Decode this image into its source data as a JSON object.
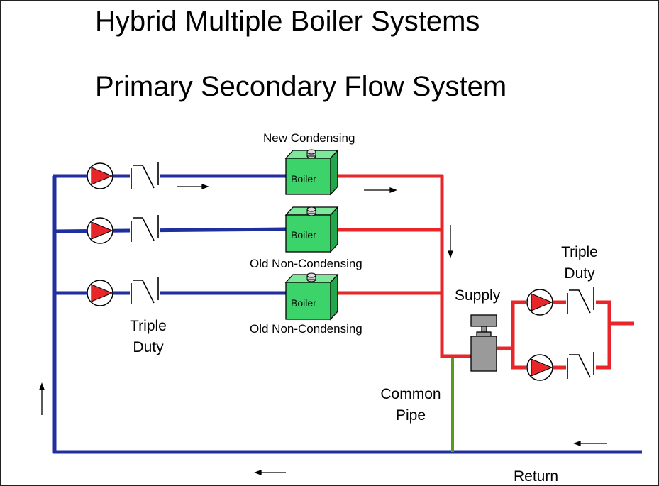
{
  "title_line1": "Hybrid Multiple Boiler Systems",
  "title_line2": "Primary Secondary Flow System",
  "labels": {
    "new_condensing": "New Condensing",
    "old_non_condensing_1": "Old Non-Condensing",
    "old_non_condensing_2": "Old Non-Condensing",
    "boiler": "Boiler",
    "triple_duty_left_1": "Triple",
    "triple_duty_left_2": "Duty",
    "triple_duty_right_1": "Triple",
    "triple_duty_right_2": "Duty",
    "supply": "Supply",
    "common_pipe_1": "Common",
    "common_pipe_2": "Pipe",
    "return": "Return"
  },
  "colors": {
    "return_pipe": "#1f2f9e",
    "supply_pipe": "#e8262a",
    "common_pipe": "#5a9a1e",
    "boiler_fill": "#3cd46a",
    "pump_triangle": "#e8262a",
    "separator": "#9a9a9a"
  }
}
